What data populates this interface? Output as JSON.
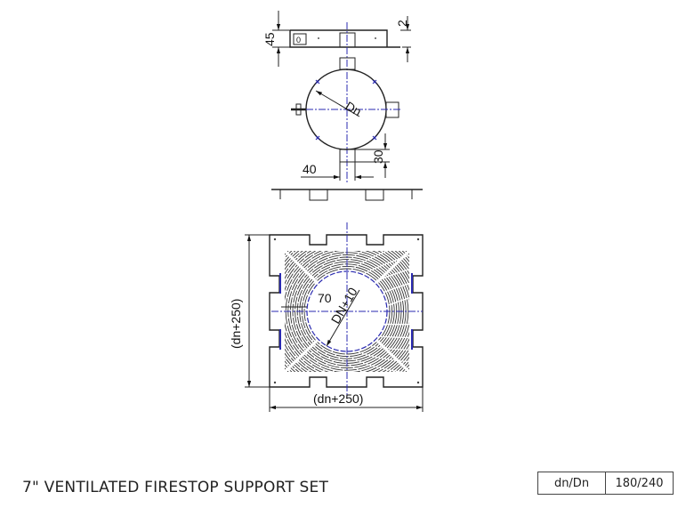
{
  "title": "7\" VENTILATED FIRESTOP SUPPORT SET",
  "spec_table": {
    "label": "dn/Dn",
    "value": "180/240"
  },
  "dimensions": {
    "height": "45",
    "thickness": "2",
    "diameter": "Dn",
    "tab_height": "30",
    "tab_width": "40",
    "plate_height": "(dn+250)",
    "plate_width": "(dn+250)",
    "edge_offset": "70",
    "hole_diameter": "DN+10",
    "marker": "0"
  },
  "colors": {
    "line": "#222222",
    "centerline": "#2a2ab0"
  }
}
